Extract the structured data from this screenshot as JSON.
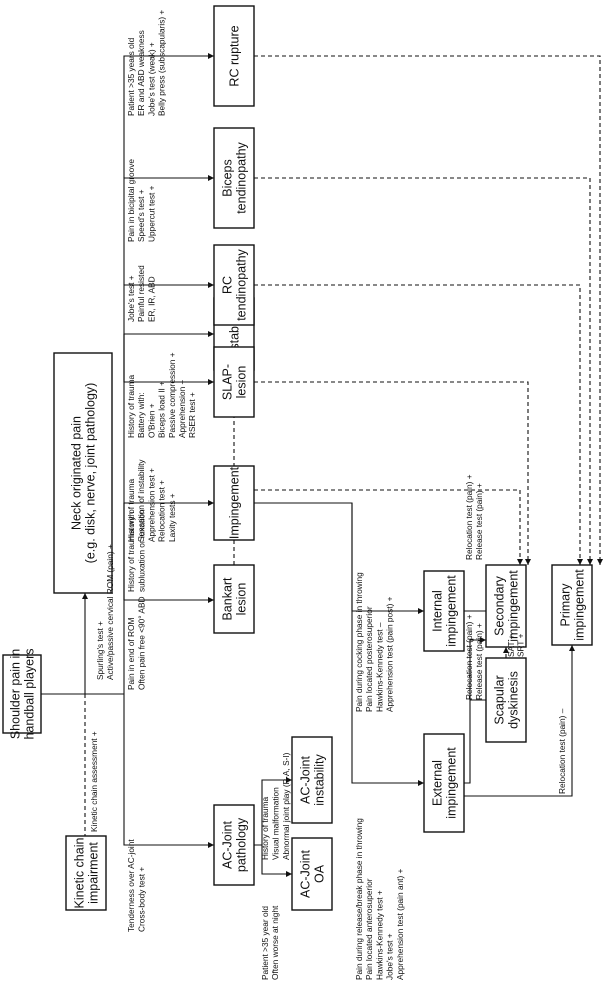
{
  "nodes": {
    "start": [
      "Shoulder pain in",
      "handball players"
    ],
    "kinetic": [
      "Kinetic chain",
      "impairment"
    ],
    "neck": [
      "Neck originated pain",
      "(e.g. disk, nerve, joint pathology)"
    ],
    "acjoint": [
      "AC-Joint",
      "pathology"
    ],
    "impingement": [
      "Impingement"
    ],
    "bankart": [
      "Bankart",
      "lesion"
    ],
    "instability": [
      "Instability"
    ],
    "slap": [
      "SLAP-",
      "lesion"
    ],
    "rctend": [
      "RC",
      "tendinopathy"
    ],
    "biceps": [
      "Biceps",
      "tendinopathy"
    ],
    "rcrupture": [
      "RC rupture"
    ],
    "acoa": [
      "AC-Joint",
      "OA"
    ],
    "acinst": [
      "AC-Joint",
      "instability"
    ],
    "external": [
      "External",
      "impingement"
    ],
    "internal": [
      "Internal",
      "impingement"
    ],
    "scapular": [
      "Scapular",
      "dyskinesis"
    ],
    "secondary": [
      "Secondary",
      "impingement"
    ],
    "primary": [
      "Primary",
      "impingement"
    ]
  },
  "labels": {
    "kinetic_assess": [
      "Kinetic chain assessment +"
    ],
    "neck_tests": [
      "Spurling's test +",
      "Active/passive cervical ROM (pain) +"
    ],
    "ac_signs": [
      "Tenderness over AC-joint",
      "Cross-body test +"
    ],
    "imp_signs": [
      "Pain in end of ROM",
      "Often pain free <90° ABD"
    ],
    "bankart_signs": [
      "History of trauma with",
      "subluxation or luxation"
    ],
    "instab_signs": [
      "History of trauma",
      "Sensation of instability",
      "Apprehension test +",
      "Relocation test +",
      "Laxity tests +"
    ],
    "slap_signs": [
      "History of trauma",
      "Battery with:",
      "O'Brien +",
      "Biceps load II +",
      "Passive compression +",
      "Apprehension +",
      "RSER test +"
    ],
    "rctend_signs": [
      "Jobe's test +",
      "Painful resisted",
      "ER, IR, ABD"
    ],
    "biceps_signs": [
      "Pain in bicipital groove",
      "Speed's test +",
      "Uppercut test +"
    ],
    "rcrupture_signs": [
      "Patient >35 years old",
      "ER and ABD weakness",
      "Jobe's test (weak) +",
      "Belly press (subscapularis) +"
    ],
    "acoa_signs": [
      "Patient >35 year old",
      "Often worse at night"
    ],
    "acinst_signs": [
      "History of trauma",
      "Visual malformation",
      "Abnormal joint play (P-A, S-I)"
    ],
    "external_signs": [
      "Pain during release/break phase in throwing",
      "Pain located anterosuperior",
      "Hawkins-Kennedy test +",
      "Jobe's test +",
      "Apprehension test (pain ant) +"
    ],
    "internal_signs": [
      "Pain during cocking phase in throwing",
      "Pain located posterosuperior",
      "Hawkins-Kennedy test –",
      "Apprehension test (pain post) +"
    ],
    "internal_reloc": [
      "Relocation test (pain) +",
      "Release test (pain) +"
    ],
    "external_reloc": [
      "Relocation test (pain) +",
      "Release test (pain) +"
    ],
    "instab_reloc": [
      "Relocation test (pain) +",
      "Release test (pain) +"
    ],
    "scap_tests": [
      "SAT +",
      "SRT +"
    ],
    "primary_reloc": [
      "Relocation test (pain) –"
    ]
  }
}
